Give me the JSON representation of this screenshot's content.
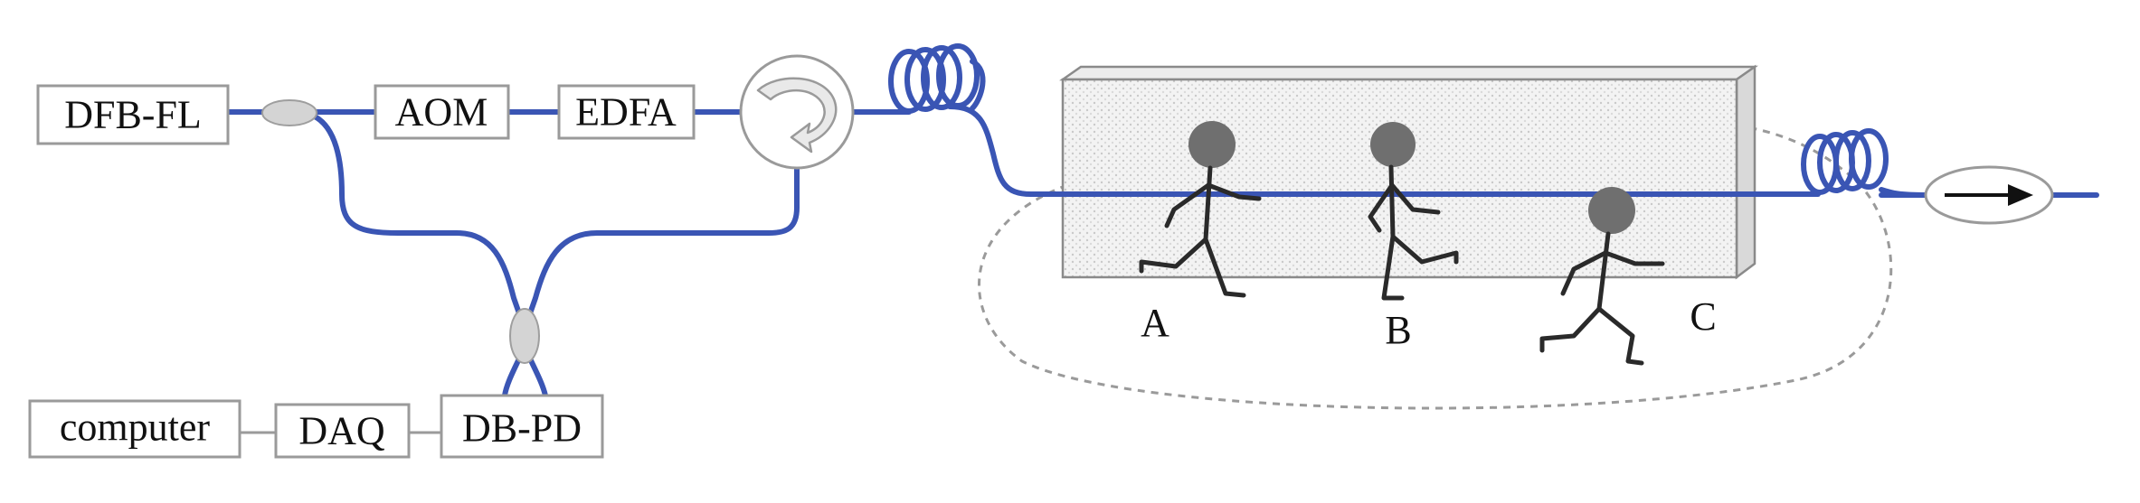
{
  "components": {
    "dfb_fl": "DFB-FL",
    "aom": "AOM",
    "edfa": "EDFA",
    "db_pd": "DB-PD",
    "daq": "DAQ",
    "computer": "computer"
  },
  "persons": [
    "A",
    "B",
    "C"
  ],
  "colors": {
    "fiber": "#3a55b4",
    "box_border": "#9a9a9a",
    "person_head": "#6f6f6f"
  }
}
